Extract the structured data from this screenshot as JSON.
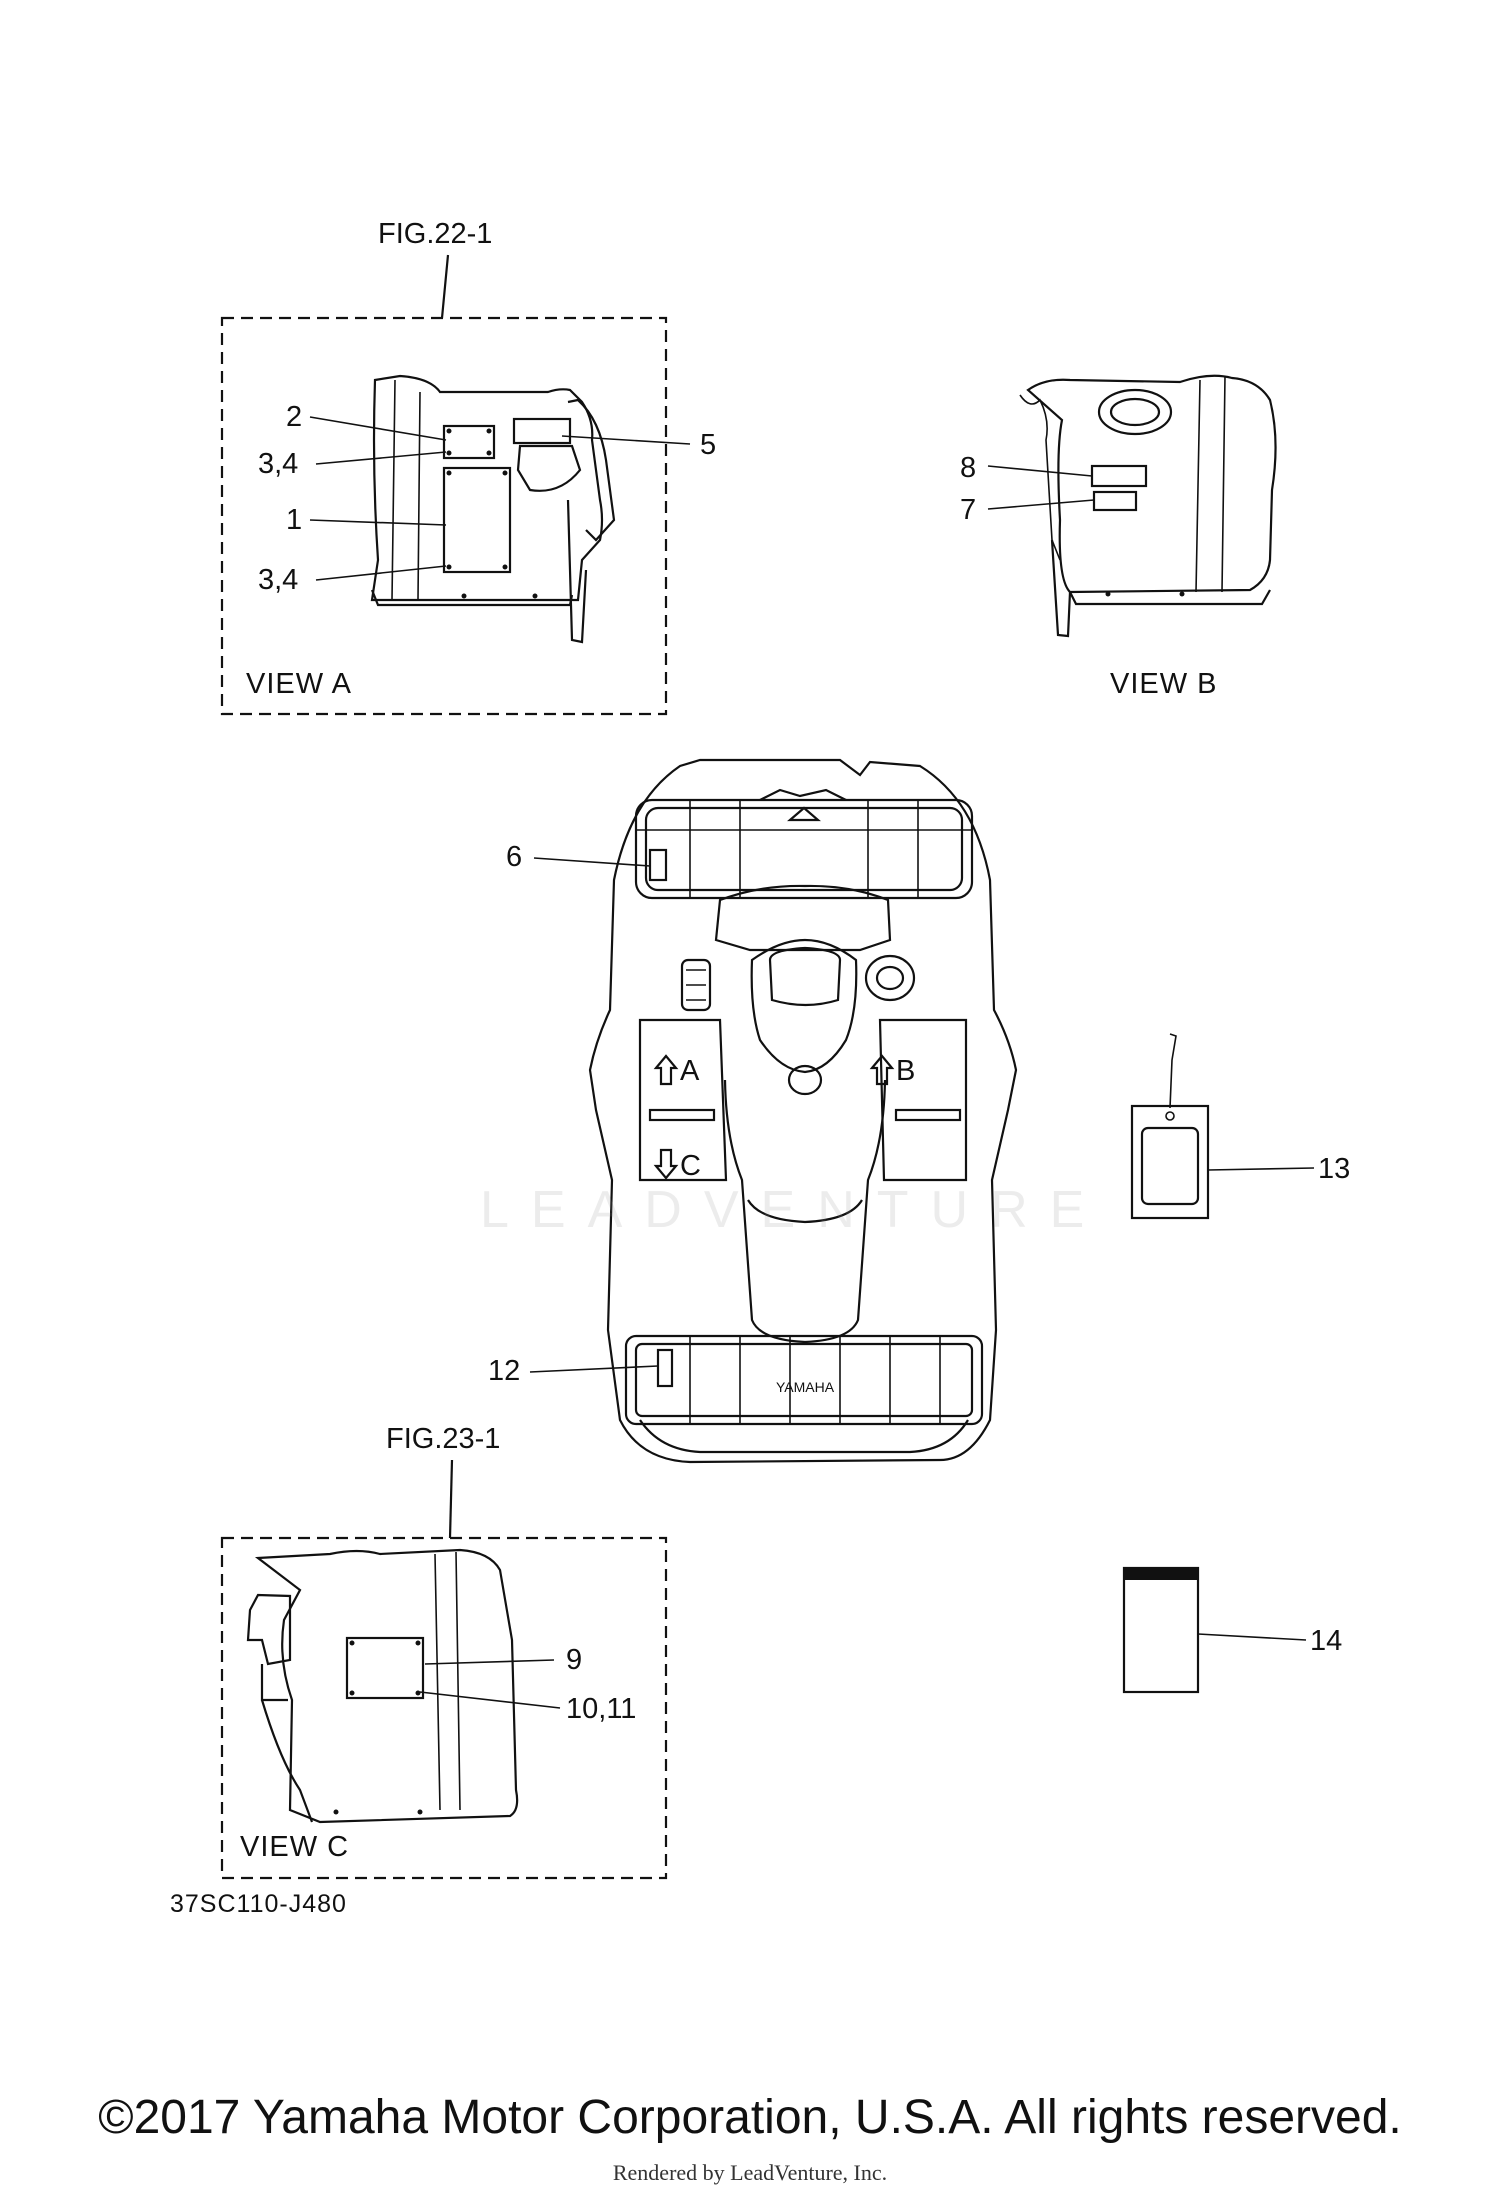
{
  "figure_refs": {
    "top": "FIG.22-1",
    "bottom": "FIG.23-1"
  },
  "views": {
    "a": "VIEW A",
    "b": "VIEW B",
    "c": "VIEW C"
  },
  "callouts": {
    "c1": "1",
    "c2": "2",
    "c34a": "3,4",
    "c34b": "3,4",
    "c5": "5",
    "c6": "6",
    "c7": "7",
    "c8": "8",
    "c9": "9",
    "c1011": "10,11",
    "c12": "12",
    "c13": "13",
    "c14": "14"
  },
  "arrows": {
    "a": "A",
    "b": "B",
    "c": "C"
  },
  "drawing_code": "37SC110-J480",
  "footer": {
    "copyright": "©2017 Yamaha Motor Corporation, U.S.A. All rights reserved.",
    "rendered_by": "Rendered by LeadVenture, Inc."
  },
  "watermark": "LEADVENTURE",
  "emblem": "YAMAHA"
}
